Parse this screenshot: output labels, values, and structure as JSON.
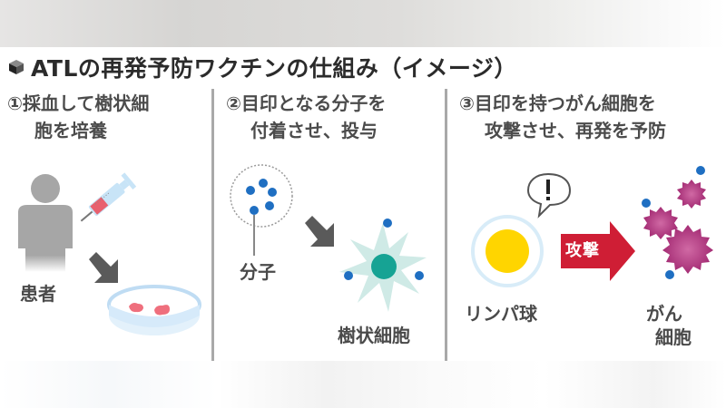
{
  "title": "ATLの再発予防ワクチンの仕組み（イメージ）",
  "title_icon": "cube-icon",
  "steps": [
    {
      "number": "①",
      "heading_line1": "①採血して樹状細",
      "heading_line2": "胞を培養",
      "labels": {
        "patient": "患者"
      },
      "icons": [
        "person-icon",
        "syringe-icon",
        "arrow-down-right-icon",
        "petri-dish-icon"
      ]
    },
    {
      "number": "②",
      "heading_line1": "②目印となる分子を",
      "heading_line2": "付着させ、投与",
      "labels": {
        "molecule": "分子",
        "dendritic_cell": "樹状細胞"
      },
      "icons": [
        "molecule-cluster-icon",
        "arrow-down-right-icon",
        "dendritic-cell-icon"
      ]
    },
    {
      "number": "③",
      "heading_line1": "③目印を持つがん細胞を",
      "heading_line2": "攻撃させ、再発を予防",
      "labels": {
        "lymphocyte": "リンパ球",
        "attack": "攻撃",
        "cancer_line1": "がん",
        "cancer_line2": "細胞"
      },
      "icons": [
        "speech-bubble-exclamation-icon",
        "lymphocyte-icon",
        "attack-arrow-icon",
        "cancer-cell-icon"
      ]
    }
  ],
  "colors": {
    "person": "#a6a6a6",
    "arrow": "#5a5a5a",
    "syringe": "#bfe0f5",
    "blood": "#e8606e",
    "dish": "#cfe6f7",
    "molecule": "#1f6fc2",
    "dendritic_body": "#cfeae6",
    "dendritic_nucleus": "#16a394",
    "lymphocyte": "#ffd500",
    "attack_arrow": "#cf1e35",
    "cancer": "#a42c74",
    "divider": "#a9a9a9"
  }
}
